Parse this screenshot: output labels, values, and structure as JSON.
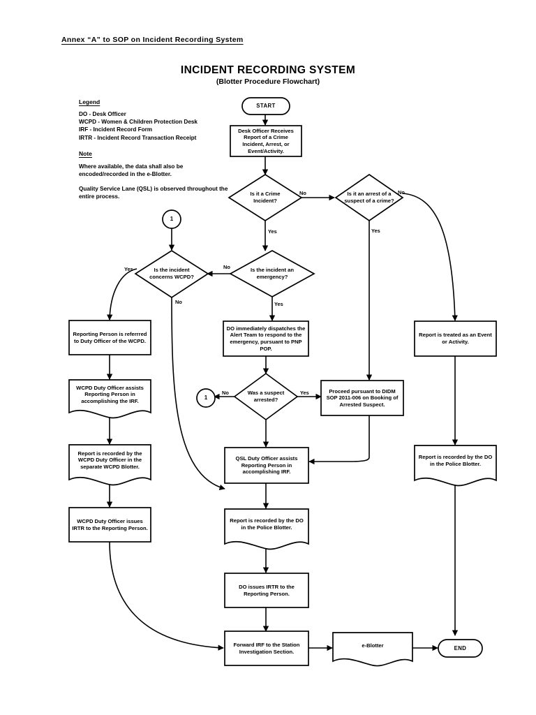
{
  "document": {
    "annex_title": "Annex “A” to SOP on Incident Recording System",
    "main_title": "INCIDENT RECORDING SYSTEM",
    "sub_title": "(Blotter Procedure Flowchart)"
  },
  "legend": {
    "heading": "Legend",
    "entries": [
      "DO - Desk Officer",
      "WCPD - Women & Children Protection Desk",
      "IRF - Incident Record Form",
      "IRTR - Incident Record Transaction Receipt"
    ],
    "note_heading": "Note",
    "notes": [
      "Where available, the data shall also be encoded/recorded in the e-Blotter.",
      "Quality Service Lane (QSL) is observed throughout the entire process."
    ]
  },
  "chart_data": {
    "type": "diagram",
    "title": "INCIDENT RECORDING SYSTEM",
    "subtitle": "(Blotter Procedure Flowchart)",
    "nodes": [
      {
        "id": "start",
        "shape": "terminator",
        "text": "START"
      },
      {
        "id": "receive",
        "shape": "process",
        "text": "Desk Officer Receives Report of a Crime Incident, Arrest, or Event/Activity."
      },
      {
        "id": "d-crime",
        "shape": "decision",
        "text": "Is it a Crime Incident?"
      },
      {
        "id": "d-arrest",
        "shape": "decision",
        "text": "Is it an arrest of a suspect of a crime?"
      },
      {
        "id": "conn-1-top",
        "shape": "connector",
        "text": "1"
      },
      {
        "id": "d-wcpd",
        "shape": "decision",
        "text": "Is the incident concerns WCPD?"
      },
      {
        "id": "d-emergency",
        "shape": "decision",
        "text": "Is the incident an emergency?"
      },
      {
        "id": "referred",
        "shape": "process",
        "text": "Reporting Person is referrred to Duty Officer of the WCPD."
      },
      {
        "id": "wcpd-irf",
        "shape": "document",
        "text": "WCPD Duty Officer assists Reporting Person in accomplishing the IRF."
      },
      {
        "id": "wcpd-blotter",
        "shape": "document",
        "text": "Report is recorded by the WCPD Duty Officer in the separate WCPD Blotter."
      },
      {
        "id": "wcpd-irtr",
        "shape": "process",
        "text": "WCPD Duty Officer issues IRTR to the Reporting Person."
      },
      {
        "id": "dispatch",
        "shape": "process",
        "text": "DO immediately dispatches the Alert Team to respond to the emergency, pursuant to PNP POP."
      },
      {
        "id": "d-suspect",
        "shape": "decision",
        "text": "Was a suspect arrested?"
      },
      {
        "id": "conn-1-mid",
        "shape": "connector",
        "text": "1"
      },
      {
        "id": "didm",
        "shape": "process",
        "text": "Proceed pursuant to DIDM SOP 2011-006 on Booking of Arrested Suspect."
      },
      {
        "id": "event",
        "shape": "process",
        "text": "Report is treated as an Event or Activity."
      },
      {
        "id": "qsl-irf",
        "shape": "process",
        "text": "QSL Duty Officer assists Reporting Person in accomplishing IRF."
      },
      {
        "id": "blotter-center",
        "shape": "document",
        "text": "Report is recorded by the DO in the Police Blotter."
      },
      {
        "id": "blotter-right",
        "shape": "document",
        "text": "Report is recorded by the DO in the Police Blotter."
      },
      {
        "id": "do-irtr",
        "shape": "process",
        "text": "DO issues IRTR to the Reporting Person."
      },
      {
        "id": "forward",
        "shape": "process",
        "text": "Forward IRF to the Station Investigation Section."
      },
      {
        "id": "eblotter",
        "shape": "document",
        "text": "e-Blotter"
      },
      {
        "id": "end",
        "shape": "terminator",
        "text": "END"
      }
    ],
    "edges": [
      {
        "from": "start",
        "to": "receive",
        "label": ""
      },
      {
        "from": "receive",
        "to": "d-crime",
        "label": ""
      },
      {
        "from": "d-crime",
        "to": "d-arrest",
        "label": "No"
      },
      {
        "from": "d-crime",
        "to": "d-emergency",
        "label": "Yes"
      },
      {
        "from": "d-arrest",
        "to": "event",
        "label": "No"
      },
      {
        "from": "d-arrest",
        "to": "didm",
        "label": "Yes"
      },
      {
        "from": "conn-1-top",
        "to": "d-wcpd",
        "label": ""
      },
      {
        "from": "d-emergency",
        "to": "d-wcpd",
        "label": "No"
      },
      {
        "from": "d-emergency",
        "to": "dispatch",
        "label": "Yes"
      },
      {
        "from": "d-wcpd",
        "to": "referred",
        "label": "Yes"
      },
      {
        "from": "d-wcpd",
        "to": "qsl-irf",
        "label": "No"
      },
      {
        "from": "referred",
        "to": "wcpd-irf",
        "label": ""
      },
      {
        "from": "wcpd-irf",
        "to": "wcpd-blotter",
        "label": ""
      },
      {
        "from": "wcpd-blotter",
        "to": "wcpd-irtr",
        "label": ""
      },
      {
        "from": "wcpd-irtr",
        "to": "forward",
        "label": ""
      },
      {
        "from": "dispatch",
        "to": "d-suspect",
        "label": ""
      },
      {
        "from": "d-suspect",
        "to": "conn-1-mid",
        "label": "No"
      },
      {
        "from": "d-suspect",
        "to": "didm",
        "label": "Yes"
      },
      {
        "from": "d-suspect",
        "to": "qsl-irf",
        "label": ""
      },
      {
        "from": "didm",
        "to": "qsl-irf",
        "label": ""
      },
      {
        "from": "event",
        "to": "blotter-right",
        "label": ""
      },
      {
        "from": "qsl-irf",
        "to": "blotter-center",
        "label": ""
      },
      {
        "from": "blotter-center",
        "to": "do-irtr",
        "label": ""
      },
      {
        "from": "do-irtr",
        "to": "forward",
        "label": ""
      },
      {
        "from": "forward",
        "to": "eblotter",
        "label": ""
      },
      {
        "from": "eblotter",
        "to": "end",
        "label": ""
      },
      {
        "from": "blotter-right",
        "to": "end",
        "label": ""
      }
    ],
    "edge_labels": [
      "No",
      "Yes",
      "No",
      "Yes",
      "No",
      "Yes",
      "Yes",
      "No",
      "No",
      "Yes"
    ]
  },
  "colors": {
    "stroke": "#000000",
    "background": "#ffffff",
    "text": "#000000"
  }
}
